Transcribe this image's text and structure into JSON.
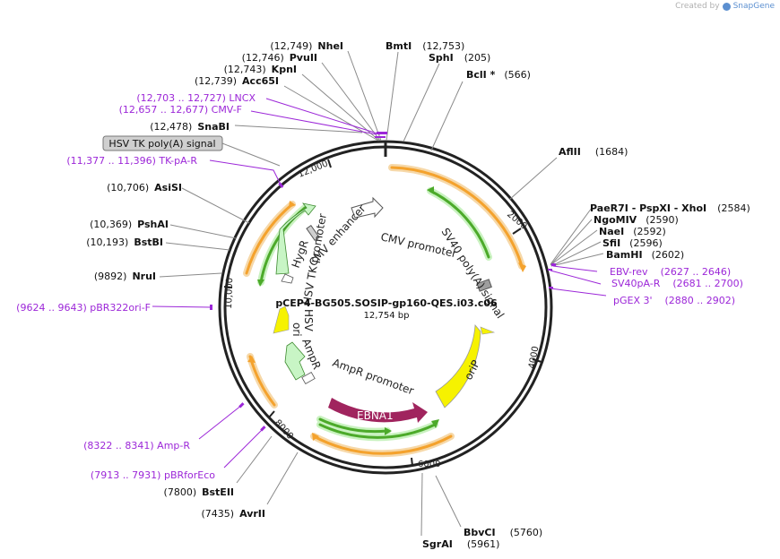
{
  "credit": {
    "prefix": "Created by",
    "brand": "SnapGene"
  },
  "plasmid": {
    "name": "pCEP4-BG505.SOSIP-gp160-QES.i03.c06",
    "size": "12,754 bp",
    "length_bp": 12754
  },
  "colors": {
    "primer": "#9c27d8",
    "enzyme_line": "#7a7a7a",
    "orange": "#f4a22d",
    "green": "#4caa2a",
    "yellow": "#f6f200",
    "ebna": "#a0245e",
    "pale_green": "#c8f5c5"
  },
  "ticks": [
    "2000",
    "4000",
    "6000",
    "8000",
    "10,000",
    "12,000"
  ],
  "enzymes": [
    {
      "pos": "(12,749)",
      "name": "NheI"
    },
    {
      "pos": "(12,746)",
      "name": "PvuII"
    },
    {
      "pos": "(12,743)",
      "name": "KpnI"
    },
    {
      "pos": "(12,739)",
      "name": "Acc65I"
    },
    {
      "pos": "(12,478)",
      "name": "SnaBI"
    },
    {
      "pos": "(10,706)",
      "name": "AsiSI"
    },
    {
      "pos": "(10,369)",
      "name": "PshAI"
    },
    {
      "pos": "(10,193)",
      "name": "BstBI"
    },
    {
      "pos": "(9892)",
      "name": "NruI"
    },
    {
      "pos": "(7800)",
      "name": "BstEII"
    },
    {
      "pos": "(7435)",
      "name": "AvrII"
    },
    {
      "pos": "(12,753)",
      "name": "BmtI"
    },
    {
      "pos": "(205)",
      "name": "SphI"
    },
    {
      "pos": "(566)",
      "name": "BclI *"
    },
    {
      "pos": "(1684)",
      "name": "AflII"
    },
    {
      "pos": "(2584)",
      "name": "PaeR7I - PspXI - XhoI"
    },
    {
      "pos": "(2590)",
      "name": "NgoMIV"
    },
    {
      "pos": "(2592)",
      "name": "NaeI"
    },
    {
      "pos": "(2596)",
      "name": "SfiI"
    },
    {
      "pos": "(2602)",
      "name": "BamHI"
    },
    {
      "pos": "(5760)",
      "name": "BbvCI"
    },
    {
      "pos": "(5961)",
      "name": "SgrAI"
    }
  ],
  "primers": [
    {
      "text": "(12,703 .. 12,727)  LNCX"
    },
    {
      "text": "(12,657 .. 12,677)  CMV-F"
    },
    {
      "text": "(11,377 .. 11,396)  TK-pA-R"
    },
    {
      "text": "(9624 .. 9643)  pBR322ori-F"
    },
    {
      "text": "(8322 .. 8341)  Amp-R"
    },
    {
      "text": "(7913 .. 7931)  pBRforEco"
    },
    {
      "name": "EBV-rev",
      "range": "(2627 .. 2646)"
    },
    {
      "name": "SV40pA-R",
      "range": "(2681 .. 2700)"
    },
    {
      "name": "pGEX 3'",
      "range": "(2880 .. 2902)"
    }
  ],
  "features": {
    "hsv_tk_polya": "HSV TK poly(A) signal",
    "cmv_enhancer": "CMV enhancer",
    "cmv_promoter": "CMV promoter",
    "sv40_polya": "SV40 poly(A) signal",
    "orip": "oriP",
    "ebna1": "EBNA1",
    "ampr_promoter": "AmpR promoter",
    "ampr": "AmpR",
    "ori": "ori",
    "hsv_tk_promoter": "HSV TK promoter",
    "hygr": "HygR"
  }
}
